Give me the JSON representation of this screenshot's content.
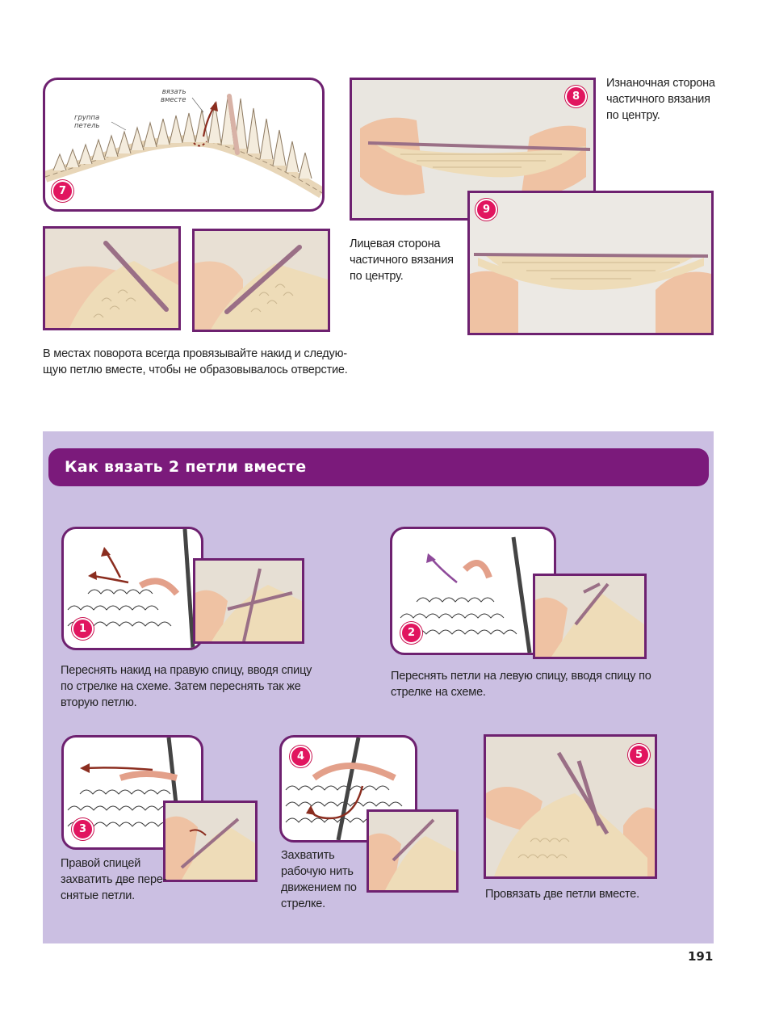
{
  "page_number": "191",
  "top": {
    "diagram7": {
      "badge": "7",
      "label_together": [
        "вязать",
        "вместе"
      ],
      "label_group": [
        "группа",
        "петель"
      ]
    },
    "photo8": {
      "badge": "8",
      "caption": [
        "Изнаночная сторона",
        "частичного вязания",
        "по центру."
      ]
    },
    "photo9": {
      "badge": "9",
      "caption": [
        "Лицевая сторона",
        "частичного вязания",
        "по центру."
      ]
    },
    "turn_caption": [
      "В местах поворота всегда провязывайте накид и следую-",
      "щую петлю вместе, чтобы не образовывалось отверстие."
    ]
  },
  "section": {
    "title": "Как вязать 2 петли вместе",
    "steps": [
      {
        "badge": "1",
        "caption": [
          "Переснять накид на правую спицу, вводя спицу",
          "по стрелке на схеме. Затем переснять так же",
          "вторую петлю."
        ]
      },
      {
        "badge": "2",
        "caption": [
          "Переснять петли на левую спицу, вводя спицу по",
          "стрелке на схеме."
        ]
      },
      {
        "badge": "3",
        "caption": [
          "Правой спицей",
          "захватить две пере-",
          "снятые петли."
        ]
      },
      {
        "badge": "4",
        "caption": [
          "Захватить",
          "рабочую нить",
          "движением по",
          "стрелке."
        ]
      },
      {
        "badge": "5",
        "caption": [
          "Провязать две петли вместе."
        ]
      }
    ]
  },
  "colors": {
    "frame": "#6e2170",
    "badge": "#e1155f",
    "banner": "#7b1a7b",
    "panel": "#cbbfe2",
    "yarn": "#ecdcbf",
    "needle": "#9a6f86",
    "arrow": "#8b2d1f"
  }
}
